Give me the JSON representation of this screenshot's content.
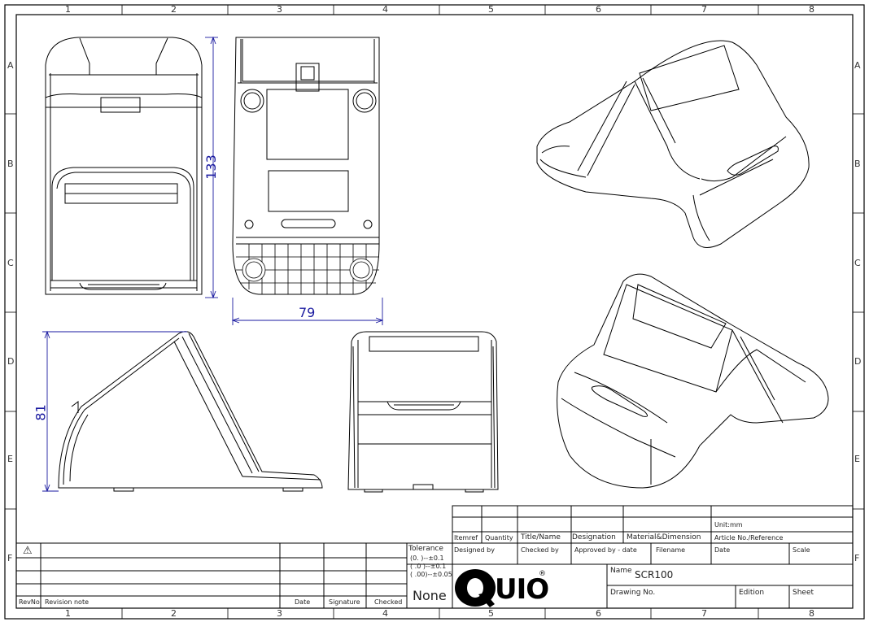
{
  "border": {
    "columns": [
      "1",
      "2",
      "3",
      "4",
      "5",
      "6",
      "7",
      "8"
    ],
    "rows": [
      "A",
      "B",
      "C",
      "D",
      "E",
      "F"
    ]
  },
  "dimensions": {
    "height_front": "133",
    "width_bottom": "79",
    "height_side": "81"
  },
  "title_block": {
    "header": {
      "item_ref": "Itemref",
      "quantity": "Quantity",
      "title_name": "Title/Name",
      "designation": "Designation",
      "material": "Material&Dimension",
      "article": "Article No./Reference",
      "unit": "Unit:mm"
    },
    "row2": {
      "designed_by": "Designed by",
      "checked_by": "Checked by",
      "approved_by": "Approved by - date",
      "filename": "Filename",
      "date": "Date",
      "scale": "Scale"
    },
    "name_label": "Name",
    "name_value": "SCR100",
    "drawing_no": "Drawing No.",
    "edition": "Edition",
    "sheet": "Sheet",
    "logo_text": "QUIO",
    "registered": "®",
    "tolerance": {
      "title": "Tolerance",
      "line1": "(0.    )--±0.1",
      "line2": "( .0  )--±0.1",
      "line3": "( .00)--±0.05",
      "value": "None"
    }
  },
  "revision_block": {
    "warning_symbol": "⚠",
    "rev_no": "RevNo",
    "revision_note": "Revision note",
    "date": "Date",
    "signature": "Signature",
    "checked": "Checked"
  }
}
